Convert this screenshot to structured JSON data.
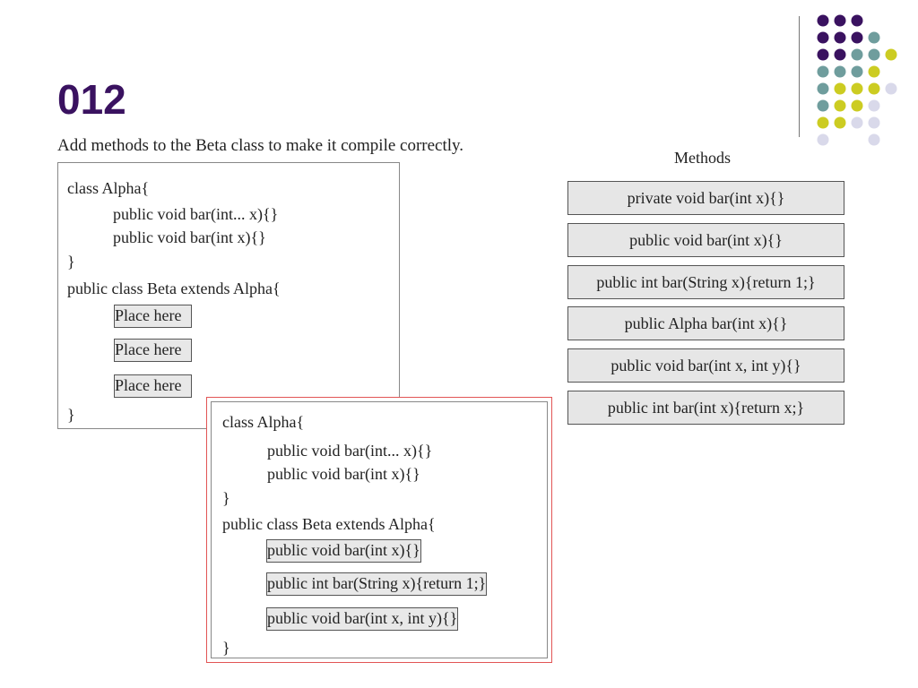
{
  "slide": {
    "title": "012",
    "instruction": "Add methods to the Beta class to make it compile correctly."
  },
  "question": {
    "lines": [
      "class Alpha{",
      "public void bar(int... x){}",
      "public void bar(int x){}",
      "}",
      "public class Beta extends Alpha{",
      "}"
    ],
    "slots": [
      "Place here",
      "Place here",
      "Place here"
    ]
  },
  "answer": {
    "lines": [
      "class Alpha{",
      "public void bar(int... x){}",
      "public void bar(int x){}",
      "}",
      "public class Beta extends Alpha{",
      "}"
    ],
    "slots": [
      "public void bar(int x){}",
      "public int bar(String x){return 1;}",
      "public void bar(int x, int y){}"
    ]
  },
  "methods": {
    "heading": "Methods",
    "options": [
      "private void bar(int x){}",
      "public void bar(int x){}",
      "public int bar(String x){return 1;}",
      "public Alpha bar(int x){}",
      "public void bar(int x, int y){}",
      "public int bar(int x){return x;}"
    ]
  },
  "theme": {
    "dark_purple": "#3a1260",
    "teal": "#6f9d9d",
    "yellow": "#cccc22",
    "lavender": "#d9d9ea",
    "answer_border": "#e25555"
  }
}
